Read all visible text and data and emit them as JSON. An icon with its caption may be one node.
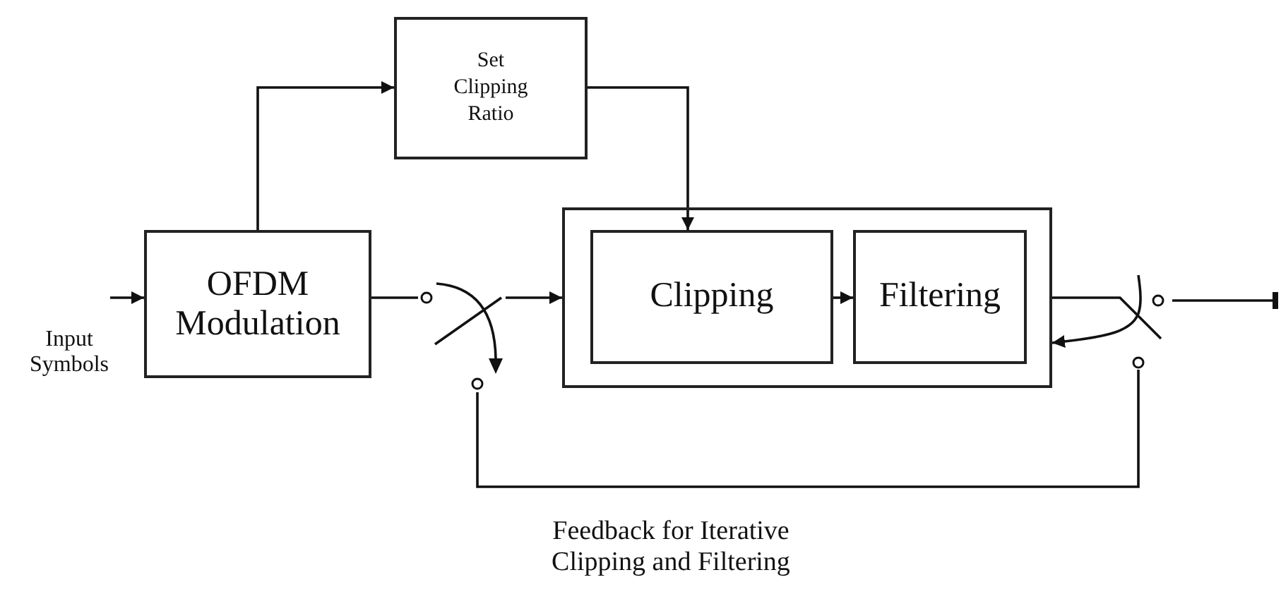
{
  "diagram": {
    "nodes": [
      {
        "text": [
          "OFDM Modulation"
        ]
      },
      {
        "text": [
          "Set Clipping Ratio"
        ]
      },
      {
        "text": [],
        "shape": "box"
      },
      {
        "text": [
          "Clipping"
        ],
        "in": 2
      },
      {
        "text": [
          "Filtering"
        ],
        "in": 2
      },
      {
        "text": [],
        "shape": "switch"
      },
      {
        "text": [],
        "shape": "switch"
      }
    ],
    "edges": [
      {
        "from": null,
        "to": 0,
        "arrow": "to"
      },
      {
        "from": 0,
        "to": 1,
        "arrow": "to"
      },
      {
        "from": 1,
        "to": 3,
        "arrow": "to"
      },
      {
        "from": 0,
        "to": 5,
        "arrow": "none"
      },
      {
        "from": 5,
        "to": 2,
        "arrow": "to"
      },
      {
        "from": 3,
        "to": 4,
        "arrow": "to"
      },
      {
        "from": 2,
        "to": 6,
        "arrow": "none"
      },
      {
        "from": 6,
        "to": 2,
        "arrow": "to"
      },
      {
        "from": 6,
        "to": null,
        "arrow": "other"
      },
      {
        "from": 6,
        "to": 5,
        "arrow": "none"
      }
    ],
    "labels": [
      "Input Symbols",
      "Feedback for Iterative Clipping and Filtering"
    ]
  }
}
